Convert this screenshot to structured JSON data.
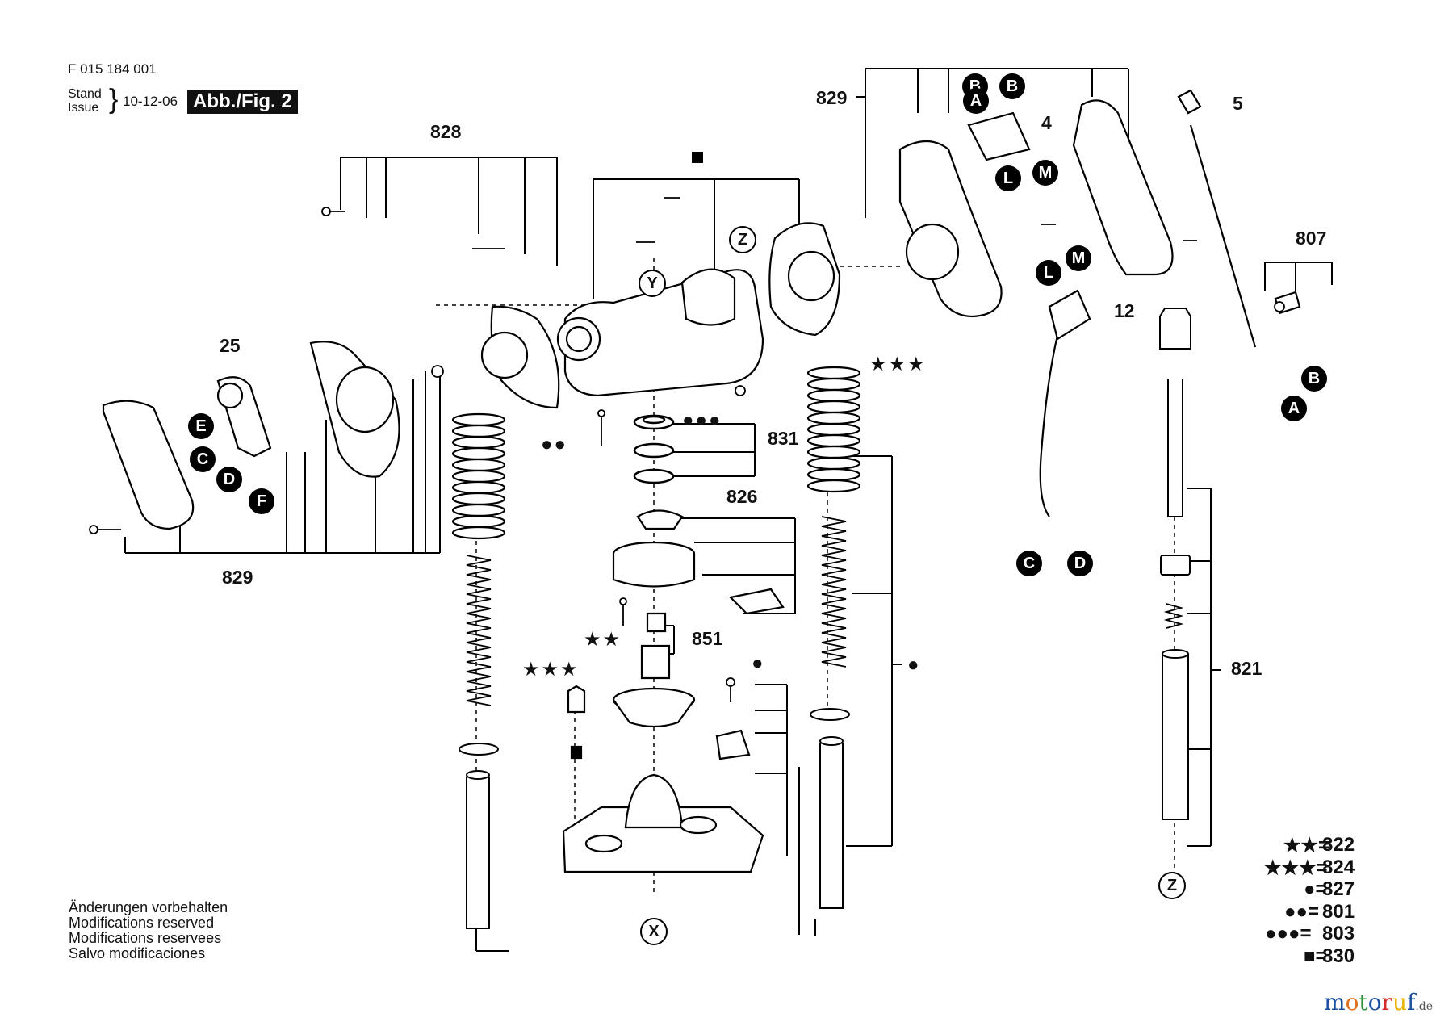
{
  "header": {
    "drawing_number": "F 015 184 001",
    "stand_label": "Stand",
    "issue_label": "Issue",
    "date": "10-12-06",
    "figure_label": "Abb./Fig. 2"
  },
  "refs": {
    "r828": "828",
    "r829": "829",
    "r25": "25",
    "r4": "4",
    "r5": "5",
    "r807": "807",
    "r12": "12",
    "r831": "831",
    "r826": "826",
    "r851": "851",
    "r821": "821"
  },
  "markers": {
    "A": "A",
    "B": "B",
    "C": "C",
    "D": "D",
    "E": "E",
    "F": "F",
    "L": "L",
    "M": "M",
    "X": "X",
    "Y": "Y",
    "Z": "Z"
  },
  "legend": [
    {
      "symbol": "two-stars",
      "part": "822"
    },
    {
      "symbol": "three-stars",
      "part": "824"
    },
    {
      "symbol": "one-dot",
      "part": "827"
    },
    {
      "symbol": "two-dots",
      "part": "801"
    },
    {
      "symbol": "three-dots",
      "part": "803"
    },
    {
      "symbol": "square",
      "part": "830"
    }
  ],
  "notes": [
    "Änderungen vorbehalten",
    "Modifications reserved",
    "Modifications reservees",
    "Salvo modificaciones"
  ],
  "watermark": "motoruf.de"
}
